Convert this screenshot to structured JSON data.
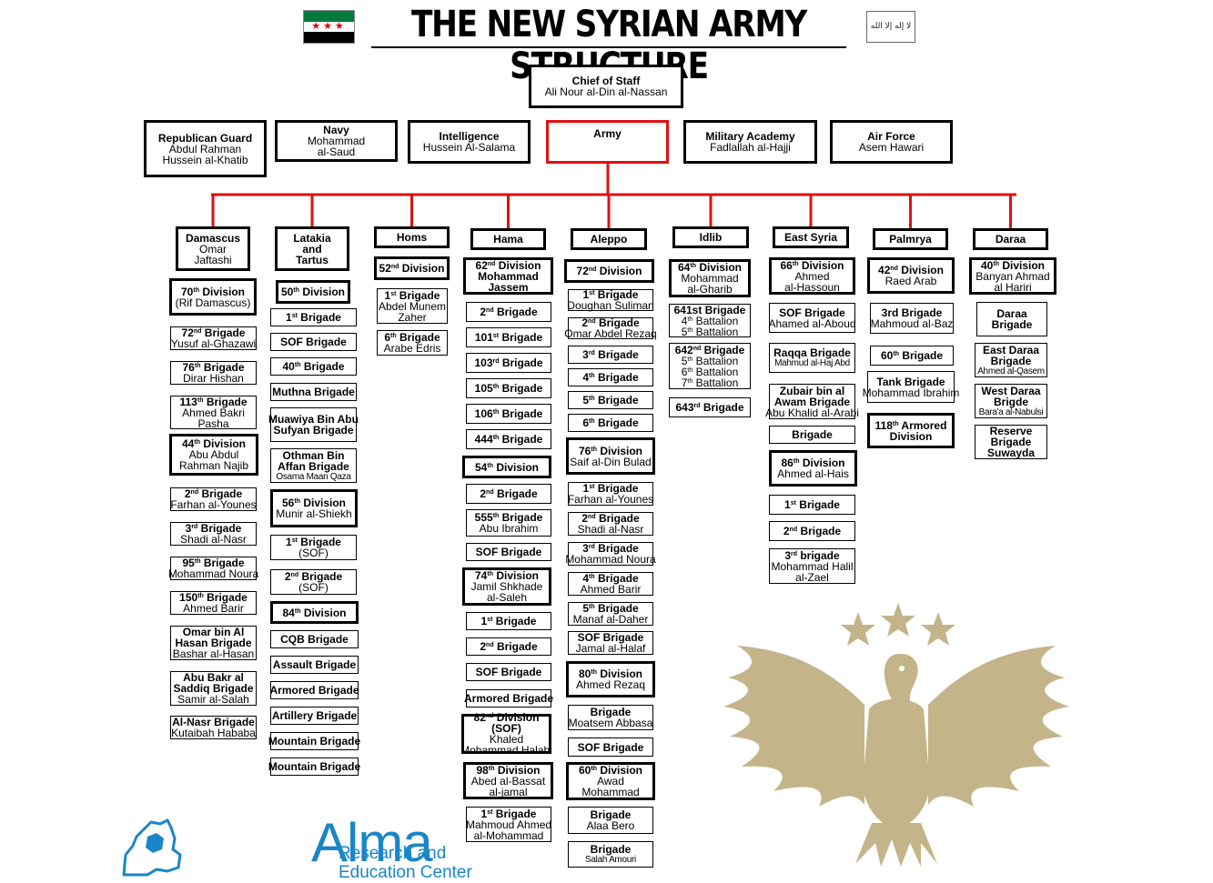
{
  "title": "THE NEW SYRIAN ARMY STRUCTURE",
  "colors": {
    "line": "#e01010",
    "logo_blue": "#1a86c7",
    "eagle_gold": "#c4b48a",
    "flag_green": "#007a3d",
    "flag_red": "#ce1126"
  },
  "icons": [
    "syrian-revolution-flag-icon",
    "shahada-flag-icon",
    "eagle-emblem-icon",
    "alma-map-logo-icon"
  ],
  "flag_right_text": "لا إله إلا الله",
  "chief": {
    "title": "Chief of Staff",
    "name": "Ali Nour al-Din al-Nassan"
  },
  "branches": [
    {
      "title": "Republican Guard",
      "lines": [
        "Abdul Rahman",
        "Hussein al-Khatib"
      ]
    },
    {
      "title": "Navy",
      "lines": [
        "Mohammad",
        "al-Saud"
      ]
    },
    {
      "title": "Intelligence",
      "lines": [
        "Hussein Al-Salama"
      ]
    },
    {
      "title": "Army",
      "lines": []
    },
    {
      "title": "Military Academy",
      "lines": [
        "Fadlallah al-Hajji"
      ]
    },
    {
      "title": "Air Force",
      "lines": [
        "Asem Hawari"
      ]
    }
  ],
  "regions": [
    {
      "title": "Damascus",
      "lines": [
        "Omar",
        "Jaftashi"
      ]
    },
    {
      "title": "Latakia\nand\nTartus",
      "lines": []
    },
    {
      "title": "Homs",
      "lines": []
    },
    {
      "title": "Hama",
      "lines": []
    },
    {
      "title": "Aleppo",
      "lines": []
    },
    {
      "title": "Idlib",
      "lines": []
    },
    {
      "title": "East Syria",
      "lines": []
    },
    {
      "title": "Palmrya",
      "lines": []
    },
    {
      "title": "Daraa",
      "lines": []
    }
  ],
  "columns": [
    [
      {
        "t": "70^th Division",
        "s": [
          "(Rif Damascus)"
        ],
        "thick": true
      },
      {
        "t": "72^nd Brigade",
        "s": [
          "Yusuf al-Ghazawi"
        ]
      },
      {
        "t": "76^th Brigade",
        "s": [
          "Dirar Hishan"
        ]
      },
      {
        "t": "113^th Brigade",
        "s": [
          "Ahmed Bakri",
          "Pasha"
        ]
      },
      {
        "t": "44^th Division",
        "s": [
          "Abu Abdul",
          "Rahman Najib"
        ],
        "thick": true
      },
      {
        "t": "2^nd Brigade",
        "s": [
          "Farhan al-Younes"
        ]
      },
      {
        "t": "3^rd Brigade",
        "s": [
          "Shadi al-Nasr"
        ]
      },
      {
        "t": "95^th Brigade",
        "s": [
          "Mohammad Noura"
        ]
      },
      {
        "t": "150^th Brigade",
        "s": [
          "Ahmed Barir"
        ]
      },
      {
        "t": "Omar bin Al\nHasan Brigade",
        "s": [
          "Bashar al-Hasan"
        ]
      },
      {
        "t": "Abu Bakr al\nSaddiq Brigade",
        "s": [
          "Samir al-Salah"
        ]
      },
      {
        "t": "Al-Nasr Brigade",
        "s": [
          "Kutaibah Hababa"
        ]
      }
    ],
    [
      {
        "t": "50^th Division",
        "s": [],
        "thick": true
      },
      {
        "t": "1^st Brigade",
        "s": []
      },
      {
        "t": "SOF Brigade",
        "s": []
      },
      {
        "t": "40^th Brigade",
        "s": []
      },
      {
        "t": "Muthna Brigade",
        "s": []
      },
      {
        "t": "Muawiya Bin Abu\nSufyan Brigade",
        "s": []
      },
      {
        "t": "Othman Bin\nAffan Brigade",
        "s": [
          "Osama Maan Qaza"
        ],
        "small": true
      },
      {
        "t": "56^th Division",
        "s": [
          "Munir al-Shiekh"
        ],
        "thick": true
      },
      {
        "t": "1^st Brigade",
        "s": [
          "(SOF)"
        ]
      },
      {
        "t": "2^nd Brigade",
        "s": [
          "(SOF)"
        ]
      },
      {
        "t": "84^th Division",
        "s": [],
        "thick": true
      },
      {
        "t": "CQB  Brigade",
        "s": []
      },
      {
        "t": "Assault Brigade",
        "s": []
      },
      {
        "t": "Armored Brigade",
        "s": []
      },
      {
        "t": "Artillery Brigade",
        "s": []
      },
      {
        "t": "Mountain Brigade",
        "s": []
      },
      {
        "t": "Mountain Brigade",
        "s": []
      }
    ],
    [
      {
        "t": "52^nd Division",
        "s": [],
        "thick": true
      },
      {
        "t": "1^st Brigade",
        "s": [
          "Abdel Munem",
          "Zaher"
        ]
      },
      {
        "t": "6^th Brigade",
        "s": [
          "Arabe Edris"
        ]
      }
    ],
    [
      {
        "t": "62^nd Division\nMohammad\nJassem",
        "s": [],
        "thick": true
      },
      {
        "t": "2^nd Brigade",
        "s": []
      },
      {
        "t": "101^st Brigade",
        "s": []
      },
      {
        "t": "103^rd Brigade",
        "s": []
      },
      {
        "t": "105^th Brigade",
        "s": []
      },
      {
        "t": "106^th Brigade",
        "s": []
      },
      {
        "t": "444^th Brigade",
        "s": []
      },
      {
        "t": "54^th Division",
        "s": [],
        "thick": true
      },
      {
        "t": "2^nd Brigade",
        "s": []
      },
      {
        "t": "555^th Brigade",
        "s": [
          "Abu Ibrahim"
        ]
      },
      {
        "t": "SOF Brigade",
        "s": []
      },
      {
        "t": "74^th Division",
        "s": [
          "Jamil Shkhade",
          "al-Saleh"
        ],
        "thick": true
      },
      {
        "t": "1^st Brigade",
        "s": []
      },
      {
        "t": "2^nd Brigade",
        "s": []
      },
      {
        "t": "SOF Brigade",
        "s": []
      },
      {
        "t": "Armored Brigade",
        "s": []
      },
      {
        "t": "82^nd Division\n(SOF)",
        "s": [
          "Khaled",
          "Mohammad Halabi"
        ],
        "thick": true
      },
      {
        "t": "98^th Division",
        "s": [
          "Abed al-Bassat",
          "al-jamal"
        ],
        "thick": true
      },
      {
        "t": "1^st Brigade",
        "s": [
          "Mahmoud Ahmed",
          "al-Mohammad"
        ]
      }
    ],
    [
      {
        "t": "72^nd Division",
        "s": [],
        "thick": true
      },
      {
        "t": "1^st Brigade",
        "s": [
          "Doughan Suliman"
        ]
      },
      {
        "t": "2^nd Brigade",
        "s": [
          "Omar Abdel Rezaq"
        ]
      },
      {
        "t": "3^rd Brigade",
        "s": []
      },
      {
        "t": "4^th Brigade",
        "s": []
      },
      {
        "t": "5^th Brigade",
        "s": []
      },
      {
        "t": "6^th Brigade",
        "s": []
      },
      {
        "t": "76^th Division",
        "s": [
          "Saif al-Din Bulad"
        ],
        "thick": true
      },
      {
        "t": "1^st Brigade",
        "s": [
          "Farhan al-Younes"
        ]
      },
      {
        "t": "2^nd Brigade",
        "s": [
          "Shadi al-Nasr"
        ]
      },
      {
        "t": "3^rd Brigade",
        "s": [
          "Mohammad Noura"
        ]
      },
      {
        "t": "4^th Brigade",
        "s": [
          "Ahmed Barir"
        ]
      },
      {
        "t": "5^th Brigade",
        "s": [
          "Manaf al-Daher"
        ]
      },
      {
        "t": "SOF Brigade",
        "s": [
          "Jamal al-Halaf"
        ]
      },
      {
        "t": "80^th Division",
        "s": [
          "Ahmed Rezaq"
        ],
        "thick": true
      },
      {
        "t": "Brigade",
        "s": [
          "Moatsem Abbasa"
        ]
      },
      {
        "t": "SOF Brigade",
        "s": []
      },
      {
        "t": "60^th Division",
        "s": [
          "Awad",
          "Mohammad"
        ],
        "thick": true
      },
      {
        "t": "Brigade",
        "s": [
          "Alaa Bero"
        ]
      },
      {
        "t": "Brigade",
        "s": [
          "Salah Amouri"
        ],
        "small": true
      }
    ],
    [
      {
        "t": "64^th Division",
        "s": [
          "Mohammad",
          "al-Gharib"
        ],
        "thick": true
      },
      {
        "t": "641st Brigade",
        "s": [
          "4^th Battalion",
          "5^th Battalion"
        ]
      },
      {
        "t": "642^nd Brigade",
        "s": [
          "5^th Battalion",
          "6^th Battalion",
          "7^th Battalion"
        ]
      },
      {
        "t": "643^rd Brigade",
        "s": []
      }
    ],
    [
      {
        "t": "66^th Division",
        "s": [
          "Ahmed",
          "al-Hassoun"
        ],
        "thick": true
      },
      {
        "t": "SOF Brigade",
        "s": [
          "Ahamed al-Aboud"
        ]
      },
      {
        "t": "Raqqa Brigade",
        "s": [
          "Mahmud al-Haj Abd"
        ],
        "small": true
      },
      {
        "t": "Zubair bin al\nAwam Brigade",
        "s": [
          "Abu Khalid al-Arabi"
        ]
      },
      {
        "t": "Brigade",
        "s": []
      },
      {
        "t": "86^th Division",
        "s": [
          "Ahmed al-Hais"
        ],
        "thick": true
      },
      {
        "t": "1^st Brigade",
        "s": []
      },
      {
        "t": "2^nd Brigade",
        "s": []
      },
      {
        "t": "3^rd brigade",
        "s": [
          "Mohammad Halil",
          "al-Zael"
        ]
      }
    ],
    [
      {
        "t": "42^nd Division",
        "s": [
          "Raed Arab"
        ],
        "thick": true
      },
      {
        "t": "3rd Brigade",
        "s": [
          "Mahmoud al-Baz"
        ]
      },
      {
        "t": "60^th Brigade",
        "s": []
      },
      {
        "t": "Tank Brigade",
        "s": [
          "Mohammad Ibrahim"
        ]
      },
      {
        "t": "118^th Armored\nDivision",
        "s": [],
        "thick": true
      }
    ],
    [
      {
        "t": "40^th Division",
        "s": [
          "Banyan Ahmad",
          "al Hariri"
        ],
        "thick": true
      },
      {
        "t": "Daraa\nBrigade",
        "s": []
      },
      {
        "t": "East Daraa\nBrigade",
        "s": [
          "Ahmed al-Qasem"
        ],
        "small": true
      },
      {
        "t": "West Daraa\nBrigde",
        "s": [
          "Bara'a al-Nabulsi"
        ],
        "small": true
      },
      {
        "t": "Reserve\nBrigade\nSuwayda",
        "s": []
      }
    ]
  ],
  "logo": {
    "name": "Alma",
    "line1": "Research and",
    "line2": "Education Center"
  }
}
